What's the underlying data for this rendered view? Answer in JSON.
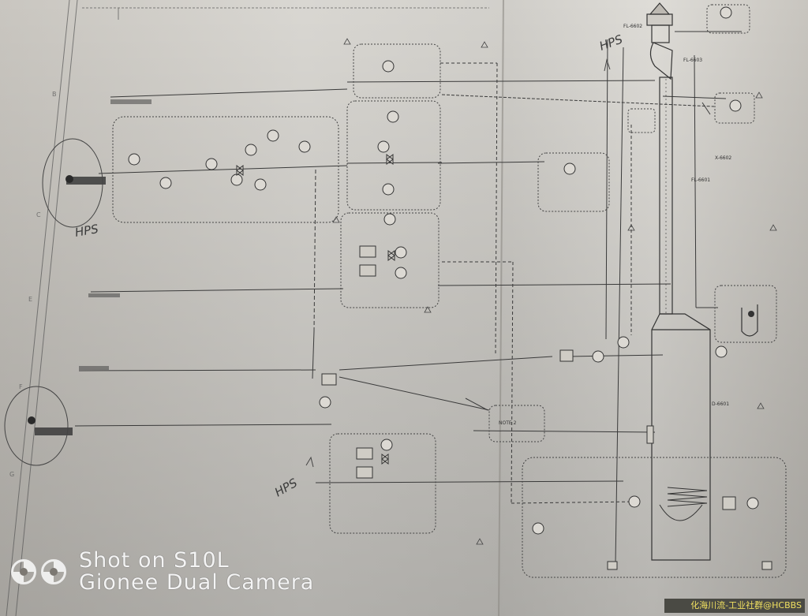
{
  "diagram": {
    "tags": {
      "fl_6002": "FL-6602",
      "fl_6603": "FL-6603",
      "x_6602": "X-6602",
      "fl_6601": "FL-6601",
      "d_6601": "D-6601"
    },
    "handwritten": {
      "hps_top": "HPS",
      "hps_left": "HPS",
      "hps_bottom": "HPS"
    },
    "note": "NOTE 2"
  },
  "overlay": {
    "line1": "Shot on S10L",
    "line2": "Gionee Dual Camera"
  },
  "watermark": "化海川流-工业社群@HCBBS"
}
